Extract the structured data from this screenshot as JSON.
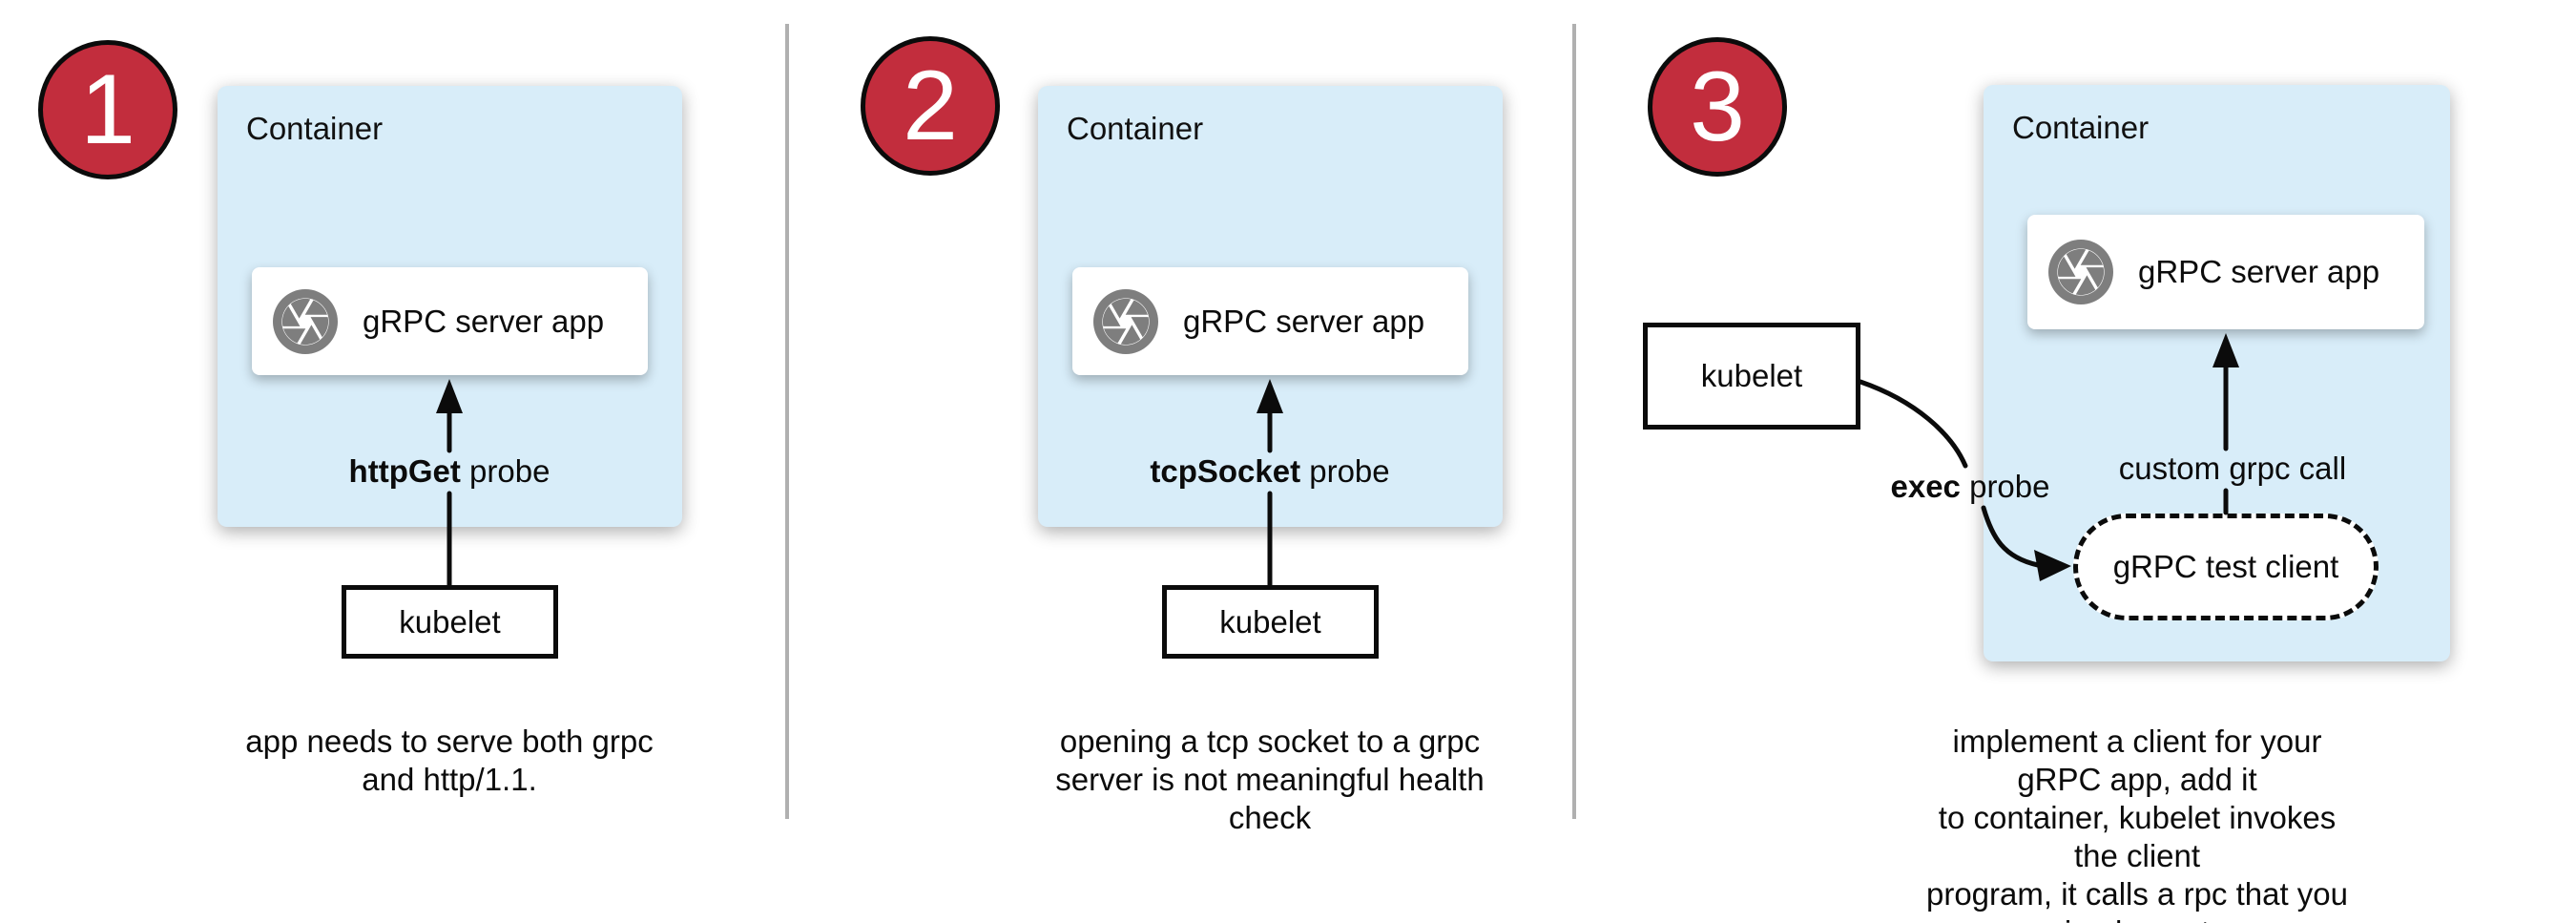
{
  "colors": {
    "container_fill": "#d8edf9",
    "badge_red": "#c22d3d",
    "icon_gray": "#7e7e7e",
    "divider_gray": "#b0b0b0",
    "line_black": "#0b0b0b"
  },
  "panels": [
    {
      "number": "1",
      "container_label": "Container",
      "app_label": "gRPC server app",
      "app_icon": "aperture-icon",
      "probe_keyword": "httpGet",
      "probe_rest": " probe",
      "kubelet_label": "kubelet",
      "caption": "app needs to serve both grpc\nand http/1.1."
    },
    {
      "number": "2",
      "container_label": "Container",
      "app_label": "gRPC server app",
      "app_icon": "aperture-icon",
      "probe_keyword": "tcpSocket",
      "probe_rest": " probe",
      "kubelet_label": "kubelet",
      "caption": "opening a tcp socket to a grpc\nserver is not meaningful health\ncheck"
    },
    {
      "number": "3",
      "container_label": "Container",
      "app_label": "gRPC server app",
      "app_icon": "aperture-icon",
      "probe_keyword": "exec",
      "probe_rest": " probe",
      "kubelet_label": "kubelet",
      "custom_call_label": "custom grpc call",
      "test_client_label": "gRPC test client",
      "caption": "implement a client for your gRPC app, add it\nto container, kubelet invokes the client\nprogram, it calls a rpc that you implement"
    }
  ]
}
